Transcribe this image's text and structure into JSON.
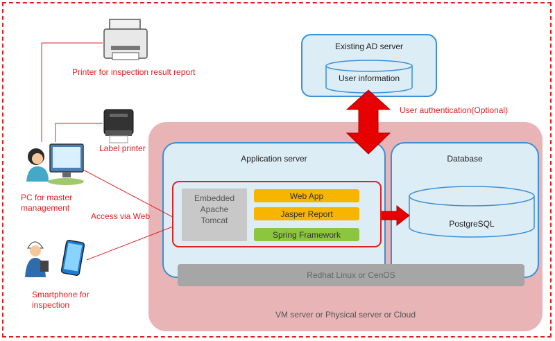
{
  "ad_server": {
    "title": "Existing AD server",
    "db_label": "User information"
  },
  "user_auth": "User authentication(Optional)",
  "app_server": {
    "title": "Application server",
    "tomcat": [
      "Embedded",
      "Apache",
      "Tomcat"
    ],
    "web_app": "Web App",
    "jasper": "Jasper Report",
    "spring": "Spring Framework"
  },
  "database": {
    "title": "Database",
    "db_label": "PostgreSQL"
  },
  "os": "Redhat Linux or CenOS",
  "vm": "VM server or Physical server or Cloud",
  "printer_report": "Printer for inspection result report",
  "label_printer": "Label printer",
  "pc": [
    "PC for master",
    "management"
  ],
  "access_web": "Access via Web",
  "smartphone": [
    "Smartphone for",
    "inspection"
  ],
  "colors": {
    "accent_red": "#e02020",
    "blue_border": "#3b8fd6",
    "panel_fill": "#dcedf5",
    "vm_fill": "#e8b4b6",
    "orange": "#f7b500",
    "green": "#8cc63f"
  }
}
